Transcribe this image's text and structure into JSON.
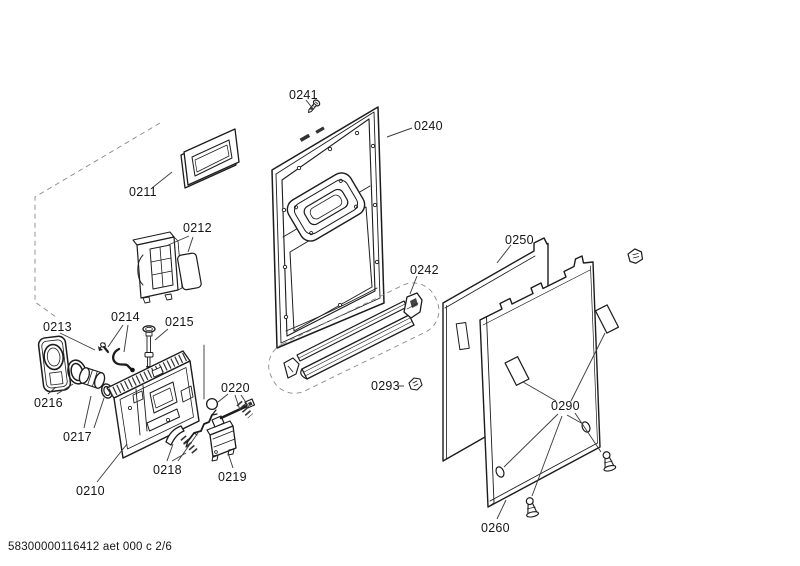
{
  "document": {
    "type": "exploded-parts-diagram",
    "footer_code": "58300000116412 aet 000 c 2/6"
  },
  "colors": {
    "line": "#1c1c1c",
    "leader": "#3d3d3d",
    "dashed_projection": "#8a8a8a",
    "background": "#ffffff"
  },
  "part_labels": {
    "p0210": "0210",
    "p0211": "0211",
    "p0212": "0212",
    "p0213": "0213",
    "p0214": "0214",
    "p0215": "0215",
    "p0216": "0216",
    "p0217": "0217",
    "p0218": "0218",
    "p0219": "0219",
    "p0220": "0220",
    "p0240": "0240",
    "p0241": "0241",
    "p0242": "0242",
    "p0250": "0250",
    "p0260": "0260",
    "p0290": "0290",
    "p0293": "0293"
  },
  "icons": {
    "trim_fastener": "clip-icon",
    "panel_fastener": "clip-icon"
  }
}
